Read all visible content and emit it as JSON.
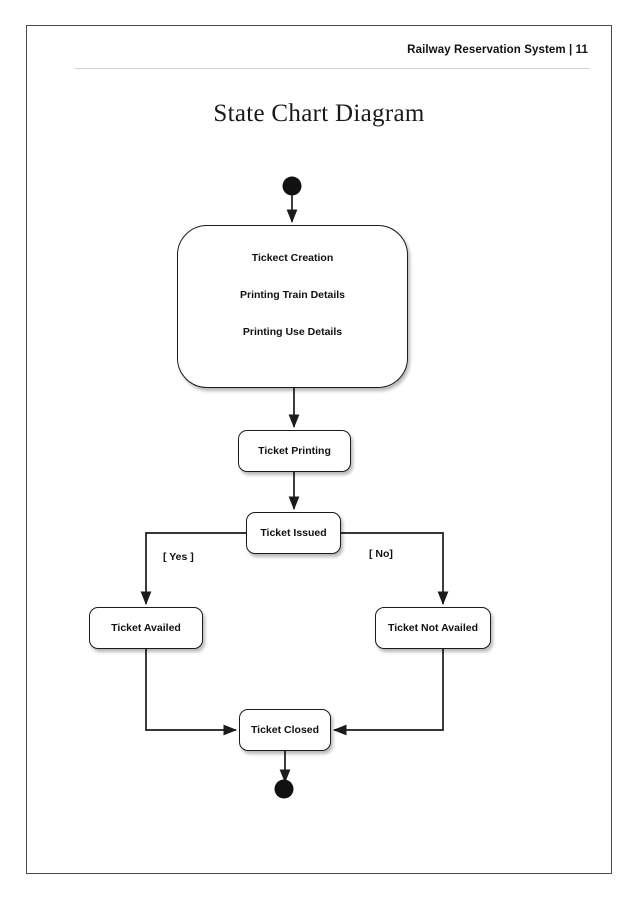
{
  "document": {
    "header_text": "Railway Reservation System  |  11",
    "title": "State Chart Diagram"
  },
  "diagram": {
    "type": "uml-state-chart",
    "start_node": "initial-state",
    "end_node": "final-state",
    "composite_state": {
      "lines": [
        "Tickect Creation",
        "Printing Train Details",
        "Printing Use Details"
      ]
    },
    "nodes": [
      {
        "id": "ticket-printing",
        "label": "Ticket Printing"
      },
      {
        "id": "ticket-issued",
        "label": "Ticket Issued"
      },
      {
        "id": "ticket-availed",
        "label": "Ticket Availed"
      },
      {
        "id": "ticket-not-availed",
        "label": "Ticket Not  Availed"
      },
      {
        "id": "ticket-closed",
        "label": "Ticket Closed"
      }
    ],
    "guards": [
      {
        "id": "yes",
        "label": "[ Yes ]"
      },
      {
        "id": "no",
        "label": "[ No]"
      }
    ],
    "colors": {
      "stroke": "#1b1b1b",
      "fill": "#ffffff",
      "page_border": "#4a4a4a",
      "rule": "#d2d2d2"
    }
  }
}
